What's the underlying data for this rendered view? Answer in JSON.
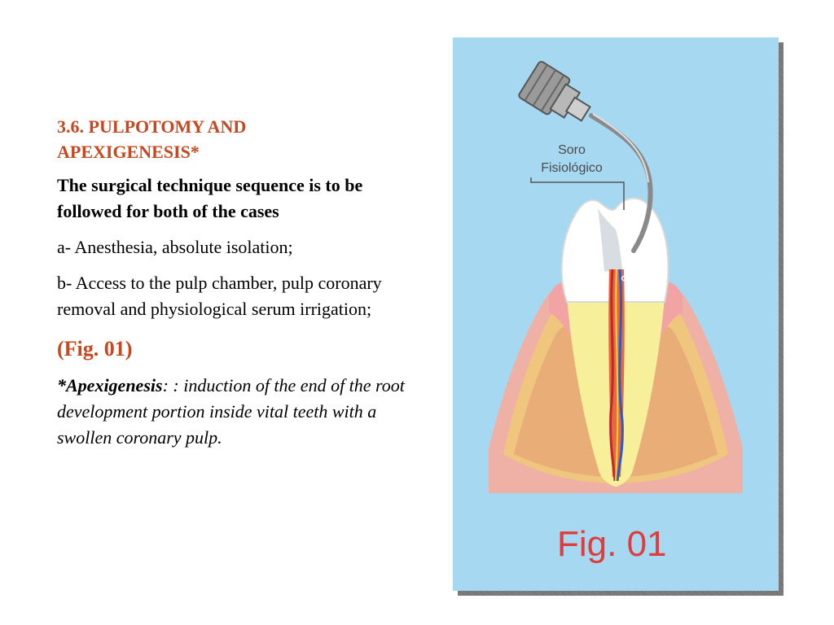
{
  "text": {
    "heading": "3.6. PULPOTOMY AND APEXIGENESIS*",
    "intro": "The surgical technique sequence is to be followed for both of the cases",
    "steps": [
      "a-  Anesthesia, absolute isolation;",
      "b-  Access to the pulp chamber, pulp coronary removal and physiological serum irrigation;"
    ],
    "fig_ref": "(Fig. 01)",
    "definition": {
      "term": "*Apexigenesis",
      "body": ": : induction of the end of the root development portion inside vital teeth with a swollen coronary pulp."
    }
  },
  "figure": {
    "label_line1": "Soro",
    "label_line2": "Fisiológico",
    "caption": "Fig. 01",
    "colors": {
      "background": "#a7d8f1",
      "caption": "#e23b3b",
      "heading": "#c8471e"
    }
  }
}
